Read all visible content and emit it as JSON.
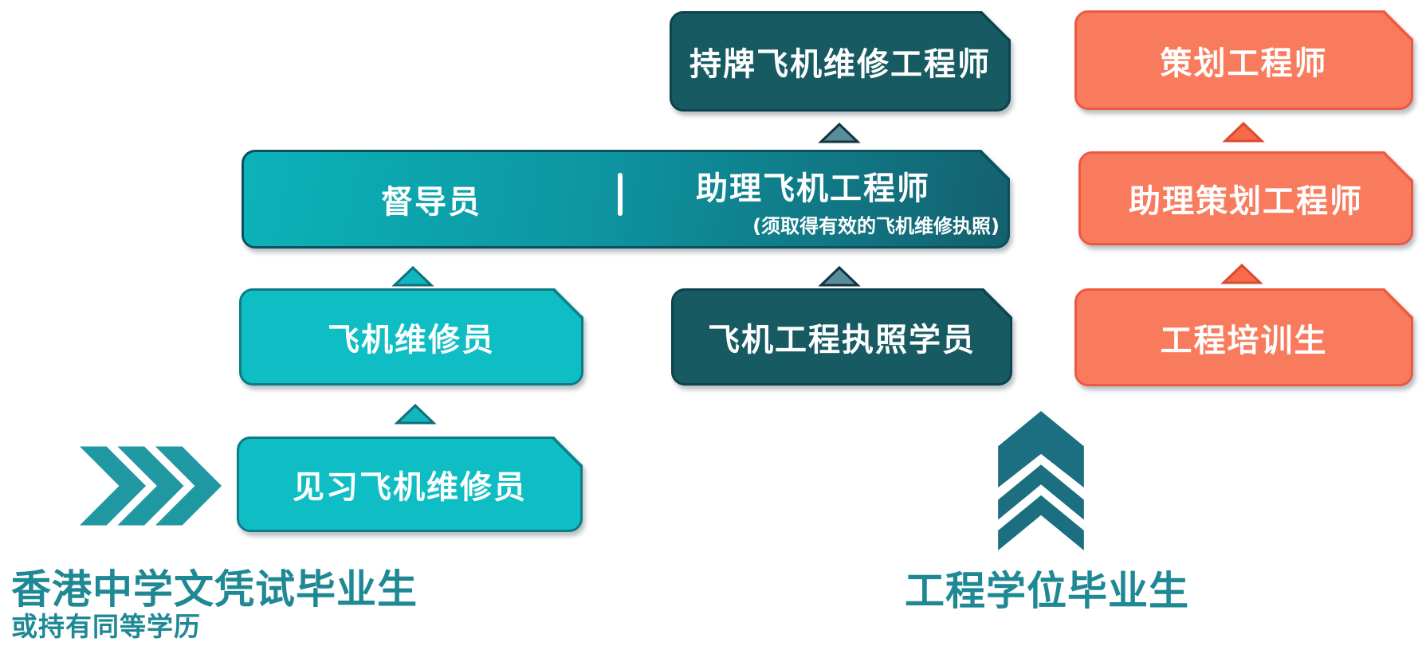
{
  "boxes": {
    "licensed_aircraft_maintenance_engineer": {
      "label": "持牌飞机维修工程师"
    },
    "planning_engineer": {
      "label": "策划工程师"
    },
    "supervisor": {
      "label": "督导员"
    },
    "assistant_aircraft_engineer": {
      "label": "助理飞机工程师",
      "note": "(须取得有效的飞机维修执照)"
    },
    "assistant_planning_engineer": {
      "label": "助理策划工程师"
    },
    "aircraft_maintenance_worker": {
      "label": "飞机维修员"
    },
    "aircraft_engineering_licence_trainee": {
      "label": "飞机工程执照学员"
    },
    "engineering_trainee": {
      "label": "工程培训生"
    },
    "trainee_aircraft_maintenance_worker": {
      "label": "见习飞机维修员"
    }
  },
  "entry_paths": {
    "secondary_school": {
      "line1": "香港中学文凭试毕业生",
      "line2": "或持有同等学历"
    },
    "engineering_degree": {
      "label": "工程学位毕业生"
    }
  },
  "icons": {
    "up_triangle": "triangle-up",
    "chevrons_right": "triple-chevron-right",
    "chevrons_up": "triple-chevron-up"
  },
  "colors": {
    "teal_bright": "#0FBDC5",
    "teal_bright_border": "#0F7B85",
    "teal_dark": "#175A62",
    "teal_dark_border": "#0D434D",
    "gradient_start": "#0CB3B9",
    "gradient_end": "#14606E",
    "orange": "#F87B5E",
    "orange_border": "#EE5840",
    "triangle_gray": "#588E9B",
    "triangle_gray_border": "#123540",
    "triangle_teal": "#12B6BF",
    "triangle_teal_border": "#0E707B",
    "triangle_orange": "#F96A4B",
    "triangle_orange_border": "#D94A31",
    "chevron_right": "#1F98A2",
    "chevron_up": "#1B6F80",
    "entry_text": "#1E8894"
  }
}
